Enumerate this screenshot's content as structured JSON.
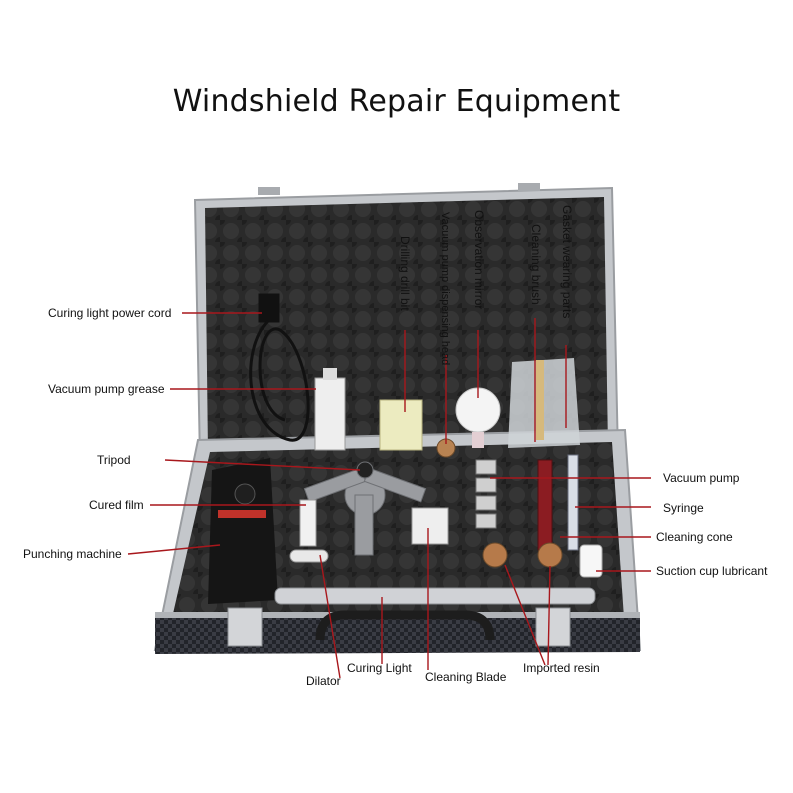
{
  "title": "Windshield Repair Equipment",
  "colors": {
    "leader_line": "#a8171c",
    "case_foam": "#2b2b2b",
    "case_frame": "#b9bcc0"
  },
  "labels_left": {
    "power_cord": "Curing light power cord",
    "grease": "Vacuum pump grease",
    "tripod": "Tripod",
    "cured_film": "Cured film",
    "punching": "Punching machine"
  },
  "labels_right": {
    "vacuum_pump": "Vacuum pump",
    "syringe": "Syringe",
    "cleaning_cone": "Cleaning cone",
    "lubricant": "Suction cup lubricant"
  },
  "labels_top": {
    "drill_bit": "Drilling drill bit",
    "dispensing_head": "Vacuum pump dispensing head",
    "mirror": "Observation mirror",
    "brush": "Cleaning brush",
    "gasket": "Gasket wearing parts"
  },
  "labels_bottom": {
    "dilator": "Dilator",
    "curing_light": "Curing Light",
    "blade": "Cleaning Blade",
    "resin": "Imported resin"
  }
}
